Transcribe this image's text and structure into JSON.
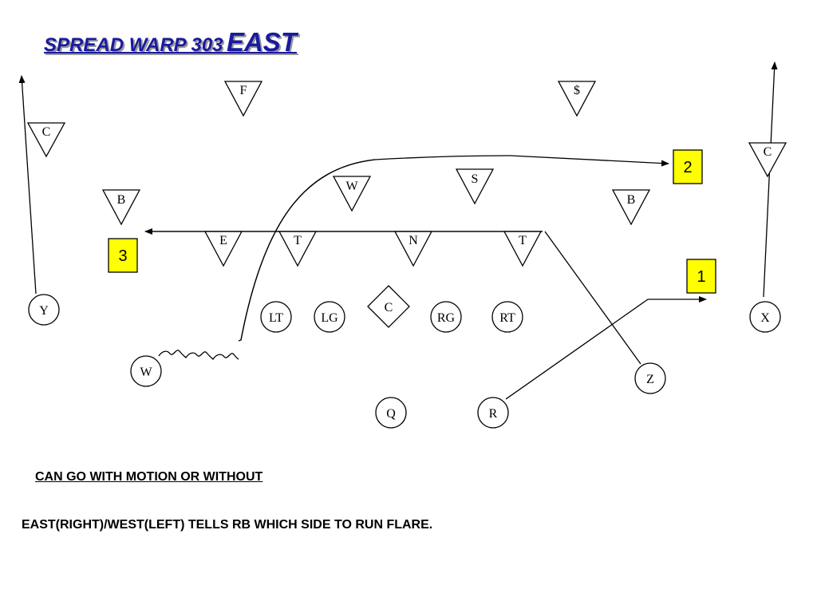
{
  "title": {
    "main": "SPREAD WARP 303",
    "direction": "EAST"
  },
  "colors": {
    "title": "#1a1aa0",
    "route_box": "#ffff00",
    "line": "#000000"
  },
  "defense": [
    {
      "name": "def-F",
      "label": "F"
    },
    {
      "name": "def-dollar",
      "label": "$"
    },
    {
      "name": "def-corner-left",
      "label": "C"
    },
    {
      "name": "def-corner-right",
      "label": "C"
    },
    {
      "name": "def-will",
      "label": "W"
    },
    {
      "name": "def-sam",
      "label": "S"
    },
    {
      "name": "def-buck-left",
      "label": "B"
    },
    {
      "name": "def-buck-right",
      "label": "B"
    },
    {
      "name": "def-end",
      "label": "E"
    },
    {
      "name": "def-tackle-left",
      "label": "T"
    },
    {
      "name": "def-nose",
      "label": "N"
    },
    {
      "name": "def-tackle-right",
      "label": "T"
    }
  ],
  "offense": [
    {
      "name": "off-Y",
      "label": "Y"
    },
    {
      "name": "off-LT",
      "label": "LT"
    },
    {
      "name": "off-LG",
      "label": "LG"
    },
    {
      "name": "off-RG",
      "label": "RG"
    },
    {
      "name": "off-RT",
      "label": "RT"
    },
    {
      "name": "off-X",
      "label": "X"
    },
    {
      "name": "off-W",
      "label": "W"
    },
    {
      "name": "off-Z",
      "label": "Z"
    },
    {
      "name": "off-Q",
      "label": "Q"
    },
    {
      "name": "off-R",
      "label": "R"
    }
  ],
  "center": {
    "label": "C"
  },
  "read_numbers": [
    {
      "name": "read-1",
      "label": "1"
    },
    {
      "name": "read-2",
      "label": "2"
    },
    {
      "name": "read-3",
      "label": "3"
    }
  ],
  "notes": [
    "CAN GO WITH MOTION OR WITHOUT",
    "EAST(RIGHT)/WEST(LEFT) TELLS RB WHICH SIDE TO RUN FLARE."
  ]
}
